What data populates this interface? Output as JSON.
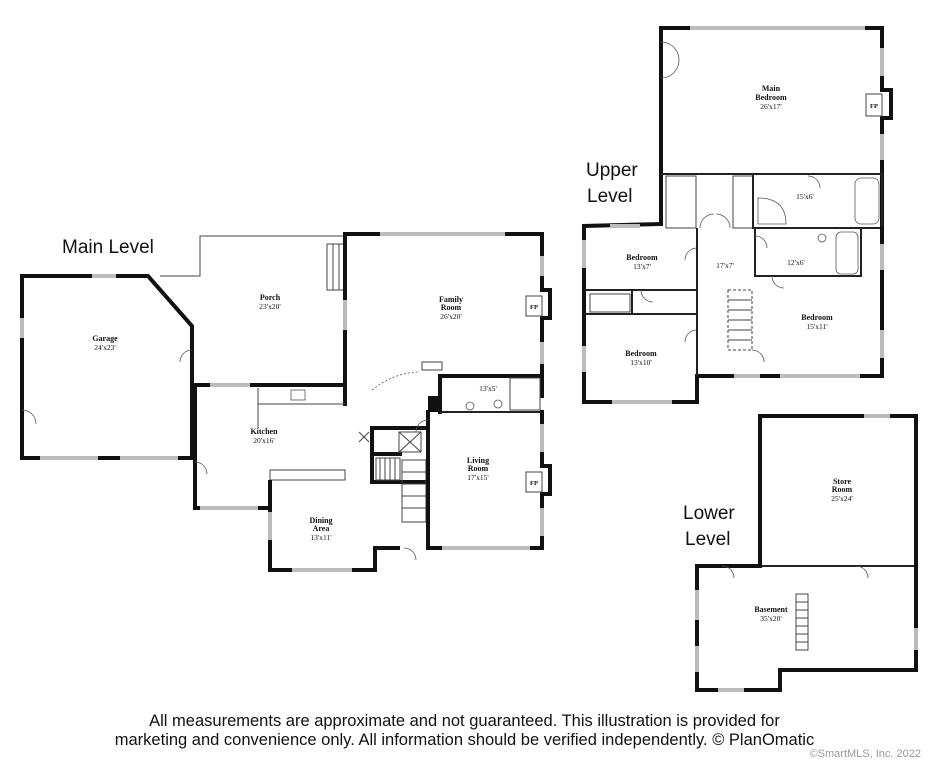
{
  "levels": {
    "main": "Main Level",
    "upper_line1": "Upper",
    "upper_line2": "Level",
    "lower_line1": "Lower",
    "lower_line2": "Level"
  },
  "rooms": {
    "garage": {
      "name": "Garage",
      "dim": "24'x23'"
    },
    "porch": {
      "name": "Porch",
      "dim": "23'x20'"
    },
    "family_room": {
      "name1": "Family",
      "name2": "Room",
      "dim": "26'x20'"
    },
    "kitchen": {
      "name": "Kitchen",
      "dim": "20'x16'"
    },
    "dining_area": {
      "name1": "Dining",
      "name2": "Area",
      "dim": "13'x11'"
    },
    "living_room": {
      "name1": "Living",
      "name2": "Room",
      "dim": "17'x15'"
    },
    "main_bath": {
      "dim": "13'x5'"
    },
    "main_bedroom": {
      "name1": "Main",
      "name2": "Bedroom",
      "dim": "26'x17'"
    },
    "upper_bath_1": {
      "dim": "15'x6'"
    },
    "upper_bath_2": {
      "dim": "12'x6'"
    },
    "upper_hall": {
      "dim": "17'x7'"
    },
    "bedroom_a": {
      "name": "Bedroom",
      "dim": "13'x7'"
    },
    "bedroom_b": {
      "name": "Bedroom",
      "dim": "13'x10'"
    },
    "bedroom_c": {
      "name": "Bedroom",
      "dim": "15'x11'"
    },
    "store_room": {
      "name1": "Store",
      "name2": "Room",
      "dim": "25'x24'"
    },
    "basement": {
      "name": "Basement",
      "dim": "35'x20'"
    }
  },
  "fireplace_label": "FP",
  "disclaimer": {
    "line1": "All measurements are approximate and not guaranteed. This illustration is provided for",
    "line2": "marketing and convenience only. All information should be verified independently. © PlanOmatic"
  },
  "copyright": "©SmartMLS, Inc.  2022"
}
